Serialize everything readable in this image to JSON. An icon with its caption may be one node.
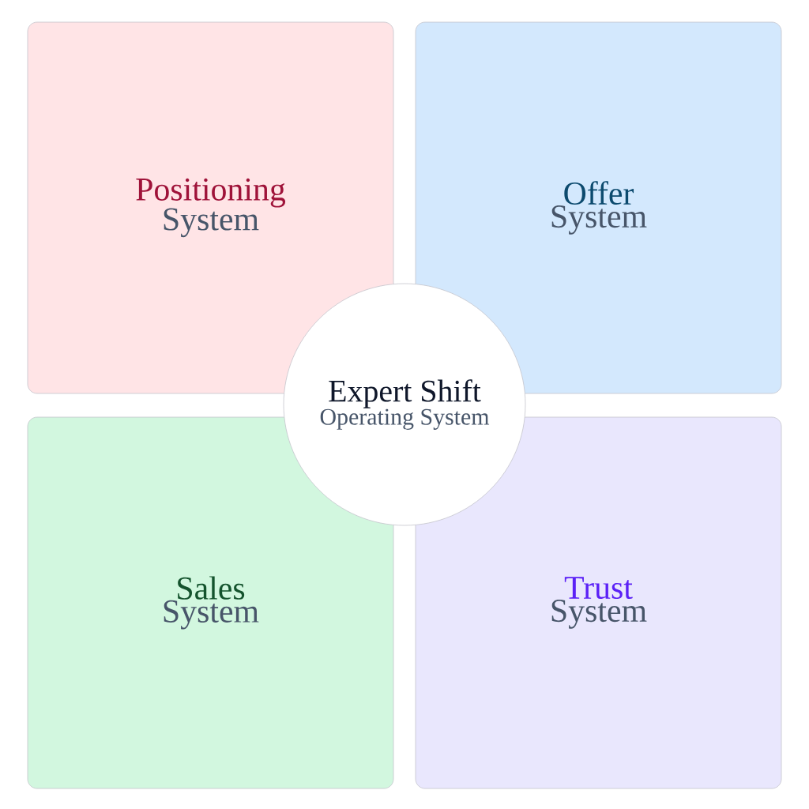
{
  "diagram": {
    "nodes": [
      {
        "text": [
          "Positioning",
          "System"
        ]
      },
      {
        "text": [
          "Offer",
          "System"
        ]
      },
      {
        "text": [
          "Sales",
          "System"
        ]
      },
      {
        "text": [
          "Trust",
          "System"
        ]
      },
      {
        "text": [
          "Expert Shift",
          "Operating System"
        ]
      }
    ]
  }
}
